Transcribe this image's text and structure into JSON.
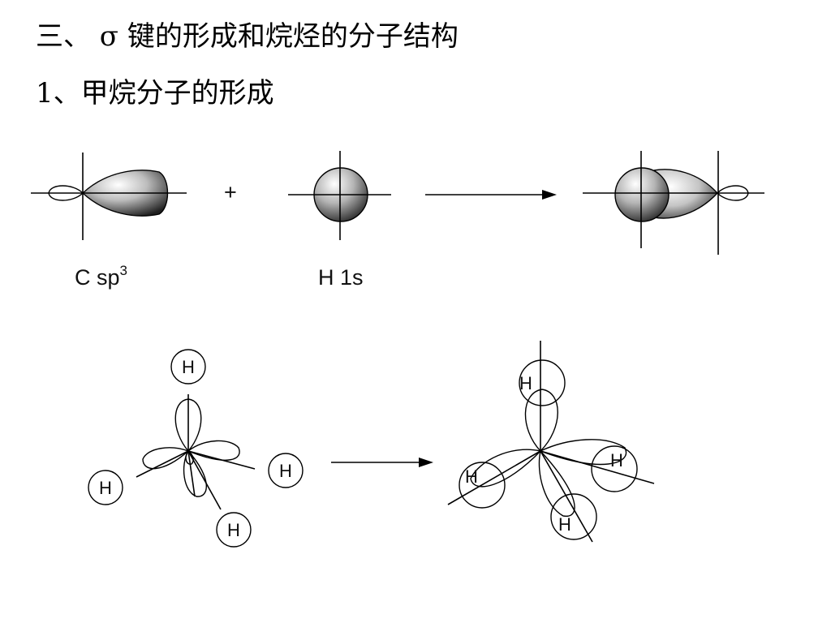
{
  "section_title": "三、 σ 键的形成和烷烃的分子结构",
  "subsection_title": "1、甲烷分子的形成",
  "orbital_row": {
    "carbon_label_prefix": "C sp",
    "carbon_label_sup": "3",
    "plus_sign": "+",
    "hydrogen_label": "H 1s"
  },
  "methane": {
    "atom_symbol": "H"
  }
}
